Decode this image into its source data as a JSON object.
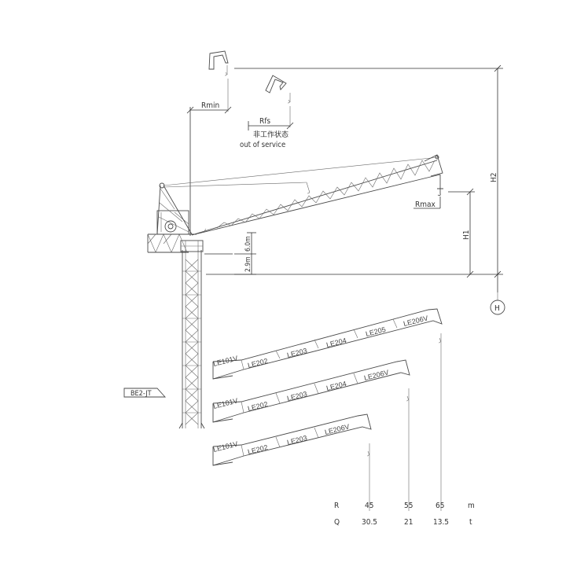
{
  "labels": {
    "rmin": "Rmin",
    "rfs": "Rfs",
    "out_of_service_cn": "非工作状态",
    "out_of_service_en": "out of service",
    "rmax": "Rmax",
    "h1": "H1",
    "h2": "H2",
    "h_marker": "H",
    "dim_6": "6.0m",
    "dim_2": "2.9m",
    "base_tag": "BE2-JT"
  },
  "jib_configs": [
    {
      "segments": [
        "LE101V",
        "LE202",
        "LE203",
        "LE204",
        "LE205",
        "LE206V"
      ]
    },
    {
      "segments": [
        "LE101V",
        "LE202",
        "LE203",
        "LE204",
        "LE206V"
      ]
    },
    {
      "segments": [
        "LE101V",
        "LE202",
        "LE203",
        "LE206V"
      ]
    }
  ],
  "table": {
    "row_r": {
      "label": "R",
      "values": [
        "45",
        "55",
        "65"
      ],
      "unit": "m"
    },
    "row_q": {
      "label": "Q",
      "values": [
        "30.5",
        "21",
        "13.5"
      ],
      "unit": "t"
    }
  }
}
